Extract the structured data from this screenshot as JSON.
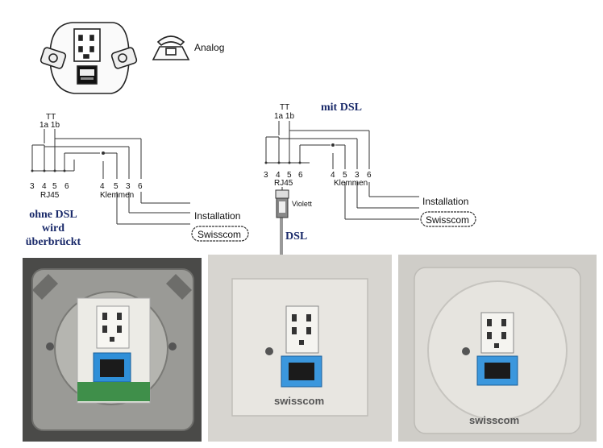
{
  "top": {
    "phone_label": "Analog"
  },
  "left_diagram": {
    "tt_label": "TT",
    "tt_pins": "1a 1b",
    "rj45_pins": [
      "3",
      "4",
      "5",
      "6"
    ],
    "rj45_label": "RJ45",
    "klemmen_pins": [
      "4",
      "5",
      "3",
      "6"
    ],
    "klemmen_label": "Klemmen",
    "installation_label": "Installation",
    "swisscom_label": "Swisscom",
    "note_lines": [
      "ohne DSL",
      "wird",
      "überbrückt"
    ]
  },
  "right_diagram": {
    "title": "mit DSL",
    "tt_label": "TT",
    "tt_pins": "1a 1b",
    "rj45_pins": [
      "3",
      "4",
      "5",
      "6"
    ],
    "rj45_label": "RJ45",
    "klemmen_pins": [
      "4",
      "5",
      "3",
      "6"
    ],
    "klemmen_label": "Klemmen",
    "installation_label": "Installation",
    "swisscom_label": "Swisscom",
    "cable_label": "Violett",
    "dsl_label": "DSL"
  },
  "photos": {
    "middle_brand": "swisscom",
    "right_brand": "swisscom"
  }
}
